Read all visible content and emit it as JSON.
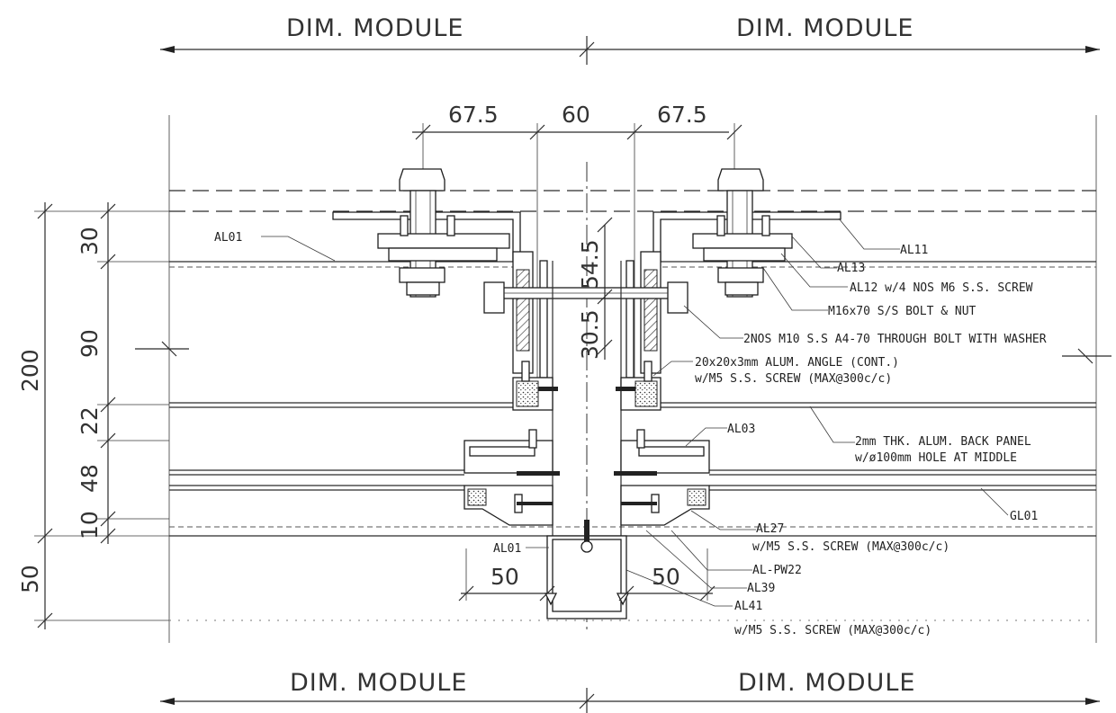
{
  "module_labels": {
    "top_left": "DIM. MODULE",
    "top_right": "DIM. MODULE",
    "bottom_left": "DIM. MODULE",
    "bottom_right": "DIM. MODULE"
  },
  "top_dimensions": [
    "67.5",
    "60",
    "67.5"
  ],
  "left_dimensions": {
    "overall": "200",
    "segments": [
      "30",
      "90",
      "22",
      "48",
      "10"
    ],
    "lower": "50"
  },
  "center_dimensions": [
    "30.5",
    "54.5"
  ],
  "mullion_dimensions": [
    "50",
    "50"
  ],
  "callouts": {
    "al01_left": "AL01",
    "al01_mullion": "AL01",
    "al11": "AL11",
    "al13": "AL13",
    "al12": "AL12 w/4 NOS M6 S.S. SCREW",
    "m16": "M16x70 S/S BOLT & NUT",
    "through_bolt": "2NOS M10 S.S A4-70 THROUGH BOLT WITH WASHER",
    "angle_line1": "20x20x3mm ALUM. ANGLE (CONT.)",
    "angle_line2": "w/M5 S.S. SCREW (MAX@300c/c)",
    "al03": "AL03",
    "back_panel_line1": "2mm THK. ALUM. BACK PANEL",
    "back_panel_line2": "w/ø100mm HOLE AT MIDDLE",
    "gl01": "GL01",
    "al27_line1": "AL27",
    "al27_line2": "w/M5 S.S. SCREW (MAX@300c/c)",
    "alpw22": "AL-PW22",
    "al39": "AL39",
    "al41_line1": "AL41",
    "al41_line2": "w/M5 S.S. SCREW (MAX@300c/c)"
  }
}
